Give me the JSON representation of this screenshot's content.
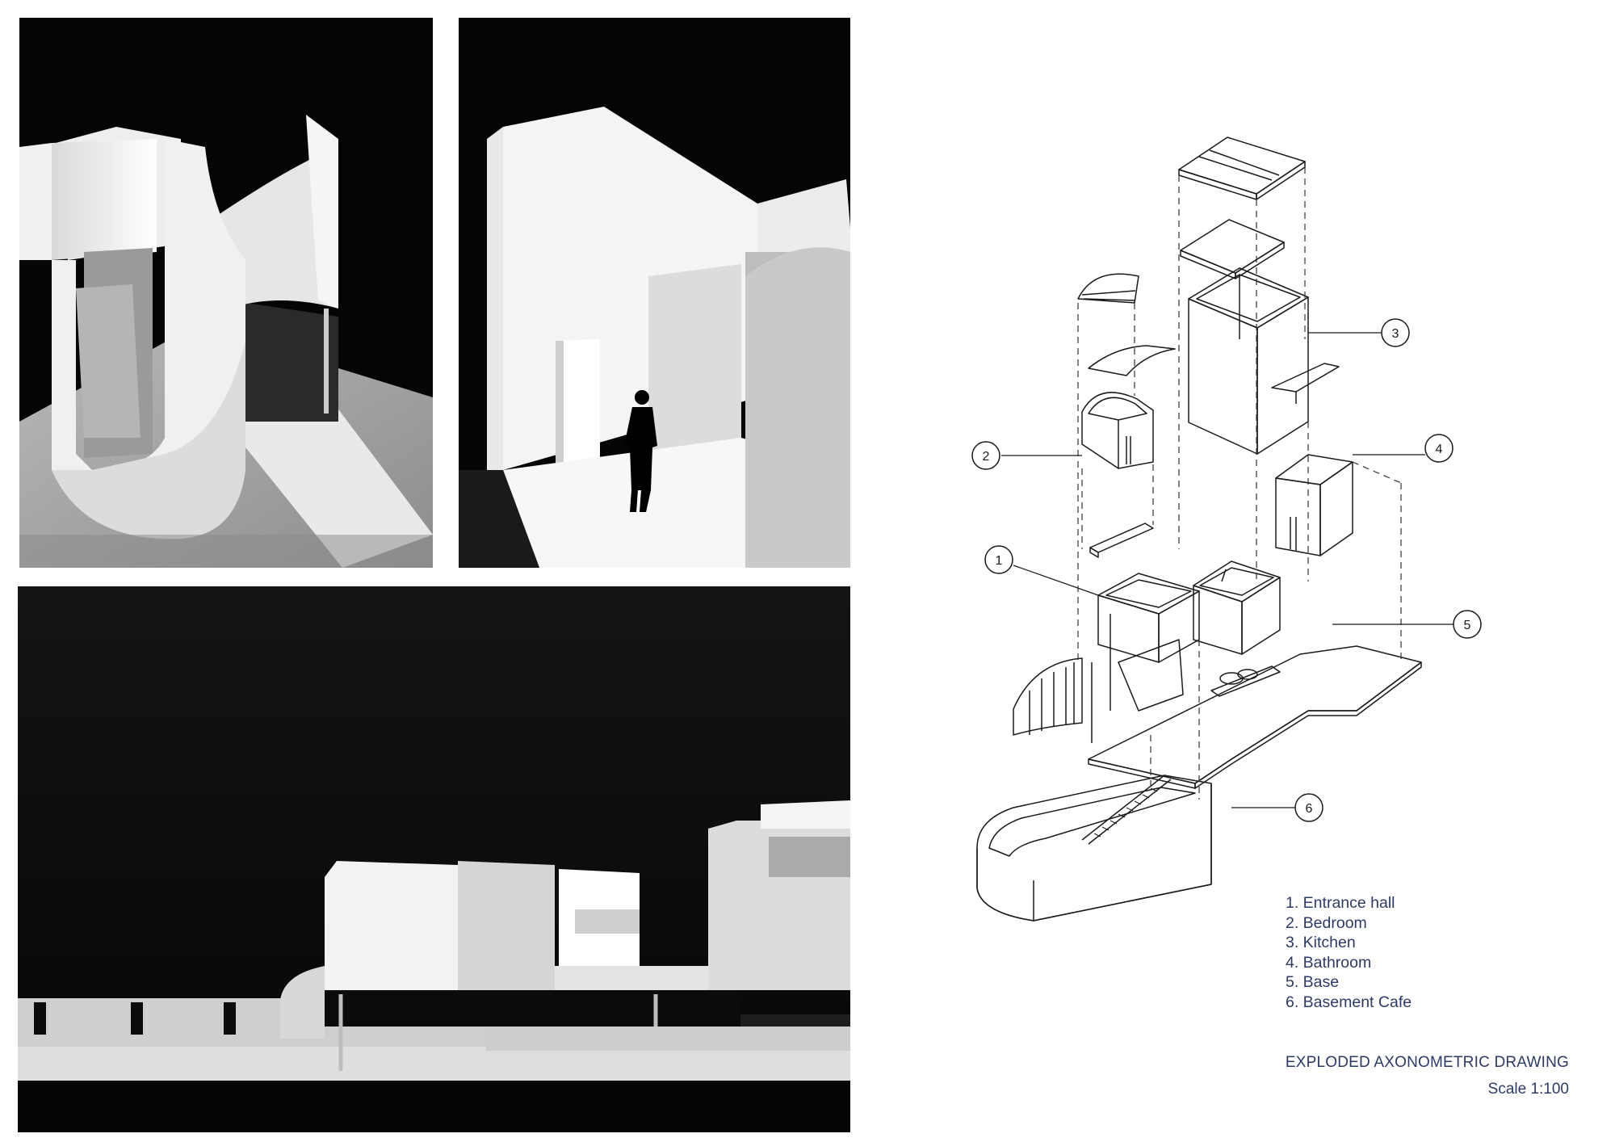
{
  "photos": [
    {
      "name": "model-photo-stair-tower"
    },
    {
      "name": "model-photo-interior-figure"
    },
    {
      "name": "model-photo-elevation"
    }
  ],
  "diagram": {
    "callouts": [
      "1",
      "2",
      "3",
      "4",
      "5",
      "6"
    ],
    "legend": [
      "1. Entrance hall",
      "2. Bedroom",
      "3. Kitchen",
      "4. Bathroom",
      "5. Base",
      "6. Basement Cafe"
    ],
    "title": "EXPLODED AXONOMETRIC DRAWING",
    "scale": "Scale 1:100"
  },
  "colors": {
    "text": "#2d3a66",
    "line": "#1a1a1a",
    "photo_bg": "#050505"
  }
}
